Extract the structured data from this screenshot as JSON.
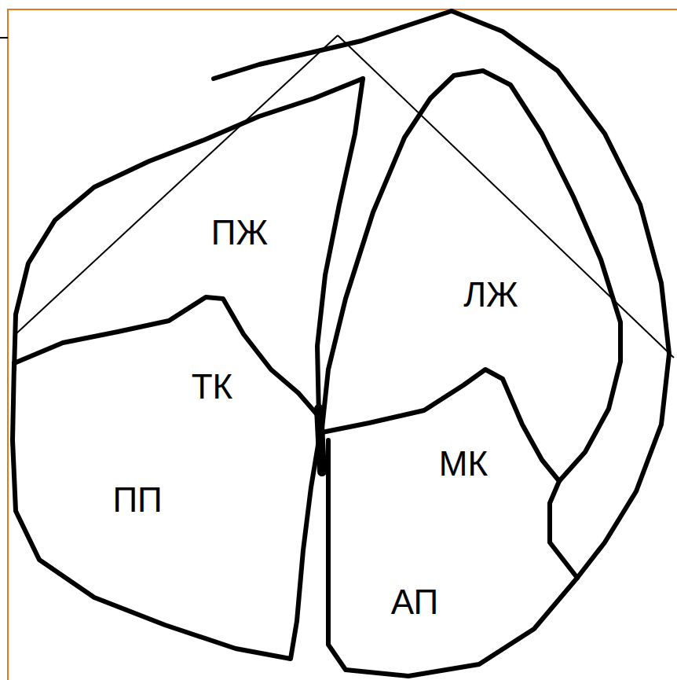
{
  "diagram": {
    "labels": [
      "ПЖ",
      "ЛЖ",
      "ТК",
      "МК",
      "ПП",
      "АП"
    ]
  }
}
